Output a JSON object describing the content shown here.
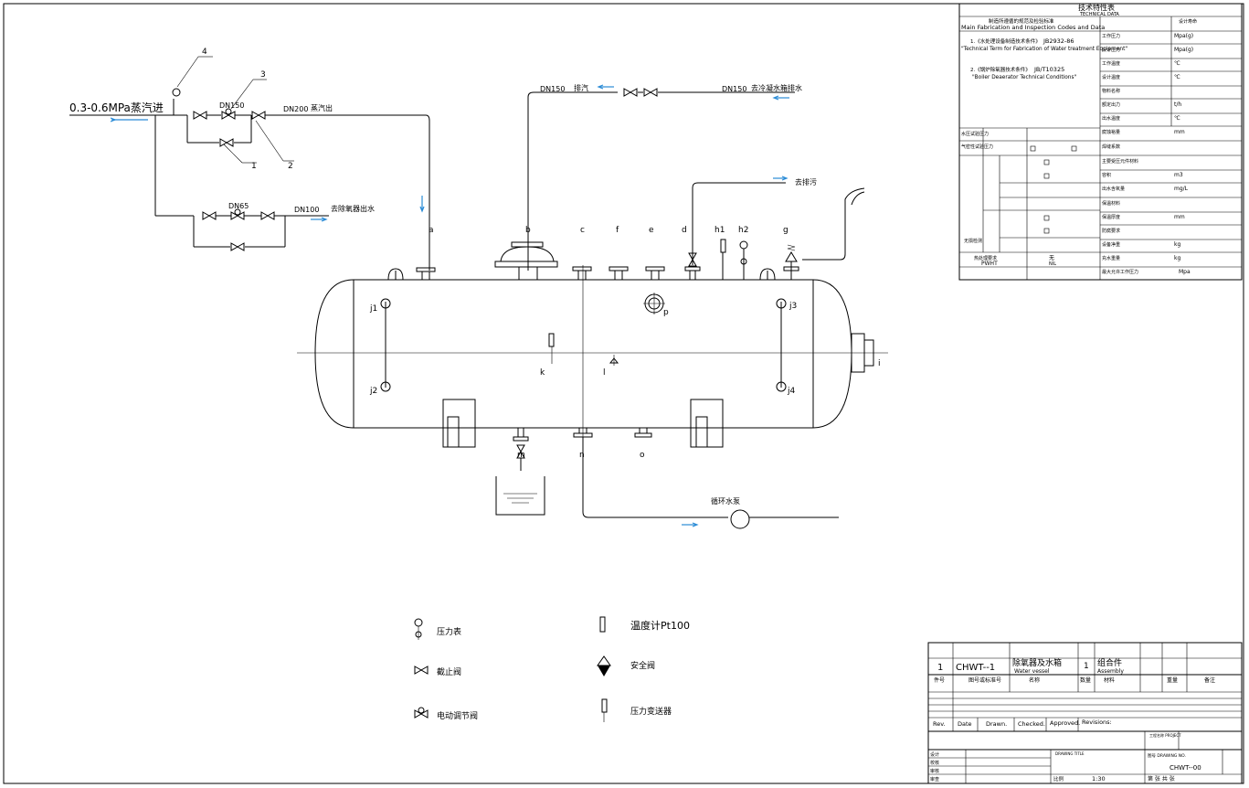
{
  "process": {
    "steam_in": "0.3-0.6MPa蒸汽进",
    "dn150_a": "DN150",
    "dn200_out": "DN200",
    "steam_out": "蒸汽出",
    "dn65": "DN65",
    "dn100": "DN100",
    "to_water": "去除氧器出水",
    "callouts": [
      "4",
      "3",
      "2",
      "1"
    ],
    "top_dn150_left": "DN150",
    "top_exhaust": "排汽",
    "top_dn150_right": "DN150",
    "top_right_label": "去冷凝水箱排水",
    "to_drain": "去排污",
    "pump_label": "循环水泵"
  },
  "nozzles": [
    "a",
    "b",
    "c",
    "f",
    "e",
    "d",
    "h1",
    "h2",
    "g",
    "j1",
    "j2",
    "j3",
    "j4",
    "k",
    "l",
    "p",
    "i",
    "m",
    "n",
    "o"
  ],
  "legend": [
    {
      "icon": "pressure-gauge-icon",
      "label": "压力表"
    },
    {
      "icon": "stop-valve-icon",
      "label": "截止阀"
    },
    {
      "icon": "electric-valve-icon",
      "label": "电动调节阀"
    },
    {
      "icon": "thermometer-icon",
      "label": "温度计Pt100"
    },
    {
      "icon": "safety-valve-icon",
      "label": "安全阀"
    },
    {
      "icon": "pressure-transmitter-icon",
      "label": "压力变送器"
    }
  ],
  "spec": {
    "title": "技术特性表",
    "subtitle": "TECHNICAL DATA",
    "codes_cn": "制造所遵循的规范及检验标准",
    "codes_en": "Main Fabrication and Inspection Codes and Data",
    "code1_cn": "1.《水处理设备制造技术条件》",
    "code1_no": "JB2932-86",
    "code1_en": "\"Technical Term for Fabrication of Water treatment Equipment\"",
    "code2_cn": "2.《锅炉除氧器技术条件》",
    "code2_no": "JB/T10325",
    "code2_en": "\"Boiler Deaerator Technical Conditions\"",
    "design_life": "设计寿命",
    "right_rows": [
      {
        "label": "工作压力",
        "unit": "Mpa(g)"
      },
      {
        "label": "设计压力",
        "unit": "Mpa(g)"
      },
      {
        "label": "工作温度",
        "unit": "℃"
      },
      {
        "label": "设计温度",
        "unit": "℃"
      },
      {
        "label": "物料名称",
        "unit": ""
      },
      {
        "label": "额定出力",
        "unit": "t/h"
      },
      {
        "label": "出水温度",
        "unit": "℃"
      }
    ],
    "corrosion": "腐蚀裕量",
    "corrosion_unit": "mm",
    "weld_coef": "焊缝系数",
    "main_material": "主要受压元件材料",
    "volume": "容积",
    "volume_unit": "m3",
    "oxygen": "出水含氧量",
    "oxygen_unit": "mg/L",
    "insulation": "保温材料",
    "insulation_thk": "保温厚度",
    "insulation_unit": "mm",
    "corrosion_prot": "防腐要求",
    "empty_weight": "设备净重",
    "weight_unit": "kg",
    "full_weight": "充水重量",
    "full_unit": "kg",
    "max_press": "最大允许工作压力",
    "max_unit": "Mpa",
    "hydro_test": "水压试验压力",
    "leak_test": "气密性试验压力",
    "ndt": "无损检测",
    "pwht_cn": "热处理要求",
    "pwht_en": "PWHT",
    "pwht_val": "无",
    "pwht_val_en": "NIL"
  },
  "titleblock": {
    "qty": "1",
    "dwg": "CHWT--1",
    "name_cn": "除氧器及水箱",
    "name_en": "Water vessel",
    "qty2": "1",
    "asm_cn": "组合件",
    "asm_en": "Assembly",
    "col_item": "件号",
    "col_dwg": "图号或标准号",
    "col_name": "名称",
    "col_qty": "数量",
    "col_mat": "材料",
    "col_wt": "重量",
    "col_note": "备注",
    "rev": "Rev.",
    "date": "Date",
    "drawn": "Drawn.",
    "checked": "Checked.",
    "approved": "Approved.",
    "revisions": "Revisions:",
    "designer": "设计",
    "checker": "校核",
    "approver": "审核",
    "reviewer": "审查",
    "drawing_title": "DRAWING TITLE",
    "drawing_no_label": "图号 DRAWING NO.",
    "drawing_no": "CHWT--00",
    "project": "工程名称 PROJECT",
    "scale_label": "比例",
    "scale": "1:30",
    "page": "第 张 共 张"
  }
}
